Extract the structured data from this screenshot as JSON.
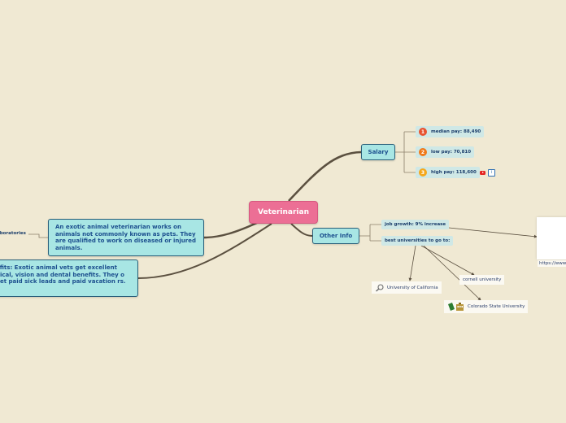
{
  "central": {
    "label": "Veterinarian"
  },
  "salary": {
    "label": "Salary",
    "items": [
      {
        "number": "1",
        "text": "median pay: 88,490",
        "color": "#e8532f"
      },
      {
        "number": "2",
        "text": "low pay: 70,810",
        "color": "#f07a1a"
      },
      {
        "number": "3",
        "text": "high pay: 118,600",
        "color": "#f5a81c"
      }
    ],
    "icons": [
      "youtube-icon",
      "info-icon"
    ]
  },
  "other_info": {
    "label": "Other Info",
    "job_growth": "job growth: 9% increase",
    "universities_label": "best universities to go to:",
    "universities": [
      {
        "name": "University of California",
        "icon": "search-icon"
      },
      {
        "name": "cornell university"
      },
      {
        "name": "Colorado State University",
        "icon": "book-building-icon"
      }
    ],
    "link_url": "https://www"
  },
  "description": "An exotic animal veterinarian works on animals not commonly known as pets. They are qualified to work on diseased or injured animals.",
  "benefits": "efits: Exotic animal vets get excellent dical, vision and dental benefits. They o get paid sick leads and paid vacation rs.",
  "laboratories": "aboratories",
  "colors": {
    "background": "#f0e9d3",
    "central": "#ec6f95",
    "main_topic": "#a8e6e4",
    "subtopic": "#cfe8e6",
    "connector": "#5b5040"
  }
}
